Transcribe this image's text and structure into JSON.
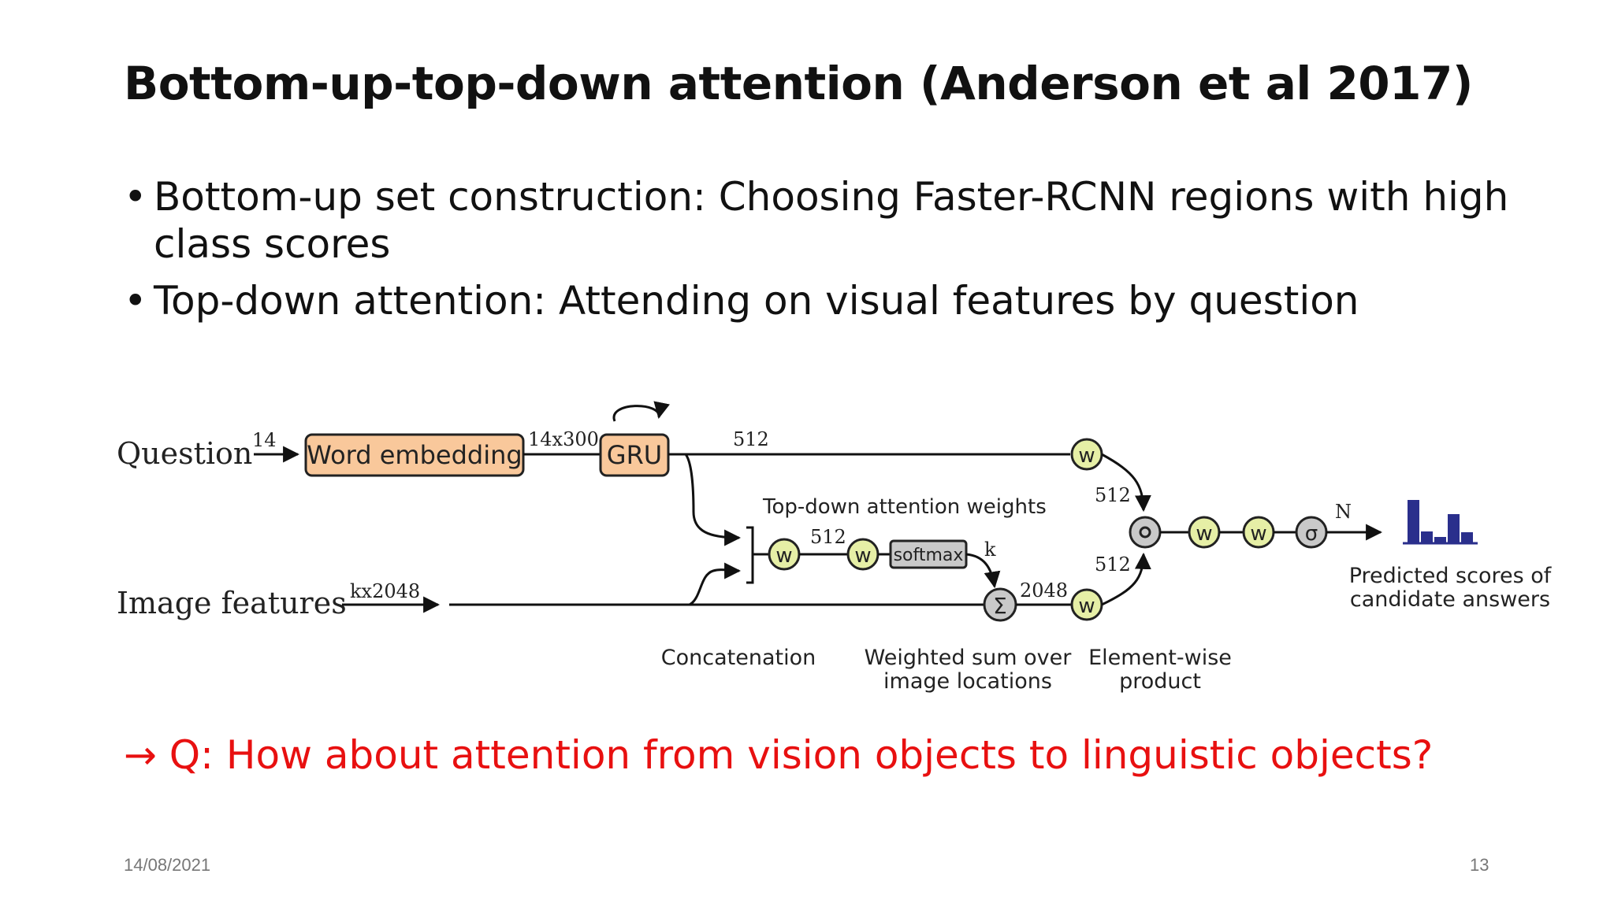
{
  "slide": {
    "title": "Bottom-up-top-down attention (Anderson et al 2017)",
    "bullets": [
      "Bottom-up set construction: Choosing Faster-RCNN regions with high class scores",
      "Top-down attention: Attending on visual features by question"
    ],
    "question_prefix": "→ ",
    "question": "Q: How about attention from vision objects to linguistic objects?",
    "date": "14/08/2021",
    "page_number": "13"
  },
  "diagram": {
    "input_question": "Question",
    "input_image": "Image features",
    "dim_question": "14",
    "dim_image": "kx2048",
    "word_embedding": "Word embedding",
    "dim_embedding": "14x300",
    "gru": "GRU",
    "dim_gru_out": "512",
    "attention_title": "Top-down attention weights",
    "dim_attention": "512",
    "softmax": "softmax",
    "dim_k": "k",
    "sum_symbol": "Σ",
    "dim_sum": "2048",
    "w": "w",
    "sigma": "σ",
    "circle_product": "",
    "dim_q_proj": "512",
    "dim_v_proj": "512",
    "dim_n": "N",
    "caption_concat": "Concatenation",
    "caption_weighted_sum": [
      "Weighted sum over",
      "image locations"
    ],
    "caption_product": [
      "Element-wise",
      "product"
    ],
    "caption_scores": [
      "Predicted scores of",
      "candidate answers"
    ],
    "answer_scores": [
      0.55,
      0.15,
      0.08,
      0.37,
      0.14
    ]
  },
  "colors": {
    "box_orange": "#f9c89b",
    "node_yellow": "#e6efa6",
    "node_grey": "#c9c9c9",
    "bar_blue": "#2a2f8c",
    "accent_red": "#e81010"
  }
}
